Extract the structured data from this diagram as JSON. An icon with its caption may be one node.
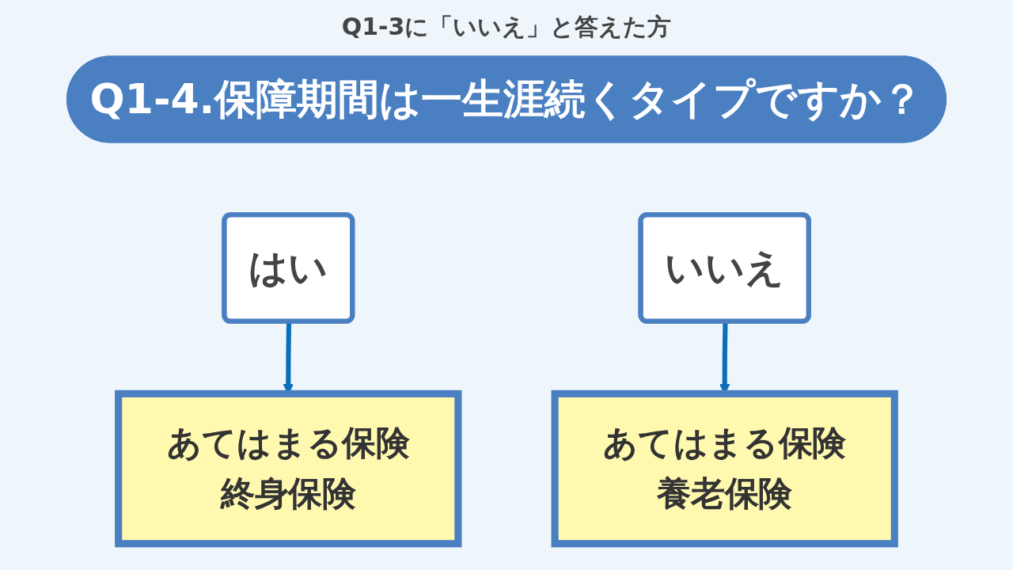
{
  "diagram": {
    "title": "Q1-3に「いいえ」と答えた方",
    "nodes": [
      {
        "text": [
          "Q1-4.保障期間は一生涯続くタイプですか？"
        ]
      },
      {
        "text": [
          "はい"
        ]
      },
      {
        "text": [
          "いいえ"
        ]
      },
      {
        "text": [
          "あてはまる保険",
          "終身保険"
        ]
      },
      {
        "text": [
          "あてはまる保険",
          "養老保険"
        ]
      }
    ],
    "edges": [
      {
        "from": 1,
        "to": 3,
        "arrow": "to"
      },
      {
        "from": 2,
        "to": 4,
        "arrow": "to"
      }
    ]
  }
}
